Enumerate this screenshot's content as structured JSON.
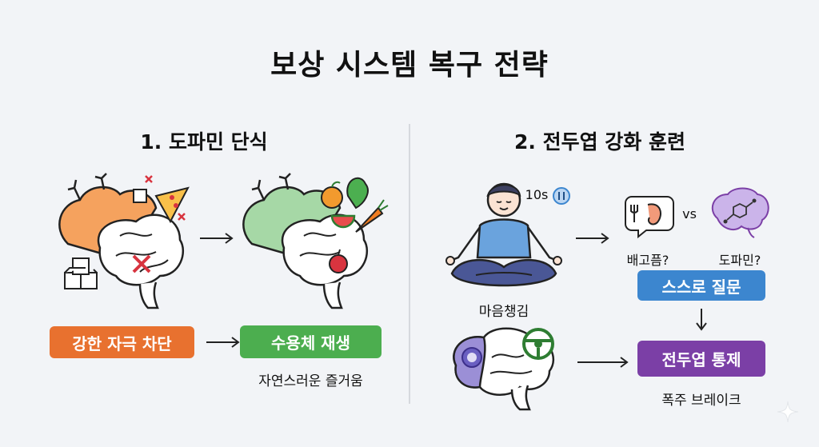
{
  "title": "보상 시스템 복구 전략",
  "left": {
    "heading": "1. 도파민 단식",
    "block_label": "강한 자극 차단",
    "restore_label": "수용체 재생",
    "restore_caption": "자연스러운 즐거움"
  },
  "right": {
    "heading": "2. 전두엽 강화 훈련",
    "timer": "10s",
    "meditation_caption": "마음챙김",
    "hunger_label": "배고픔?",
    "vs_label": "vs",
    "dopamine_label": "도파민?",
    "self_question_label": "스스로 질문",
    "prefrontal_control_label": "전두엽 통제",
    "binge_brake_caption": "폭주 브레이크"
  },
  "colors": {
    "orange": "#e8712f",
    "green": "#4cae4f",
    "blue": "#3c86cf",
    "purple": "#7b3fa6",
    "background": "#f2f4f7"
  }
}
